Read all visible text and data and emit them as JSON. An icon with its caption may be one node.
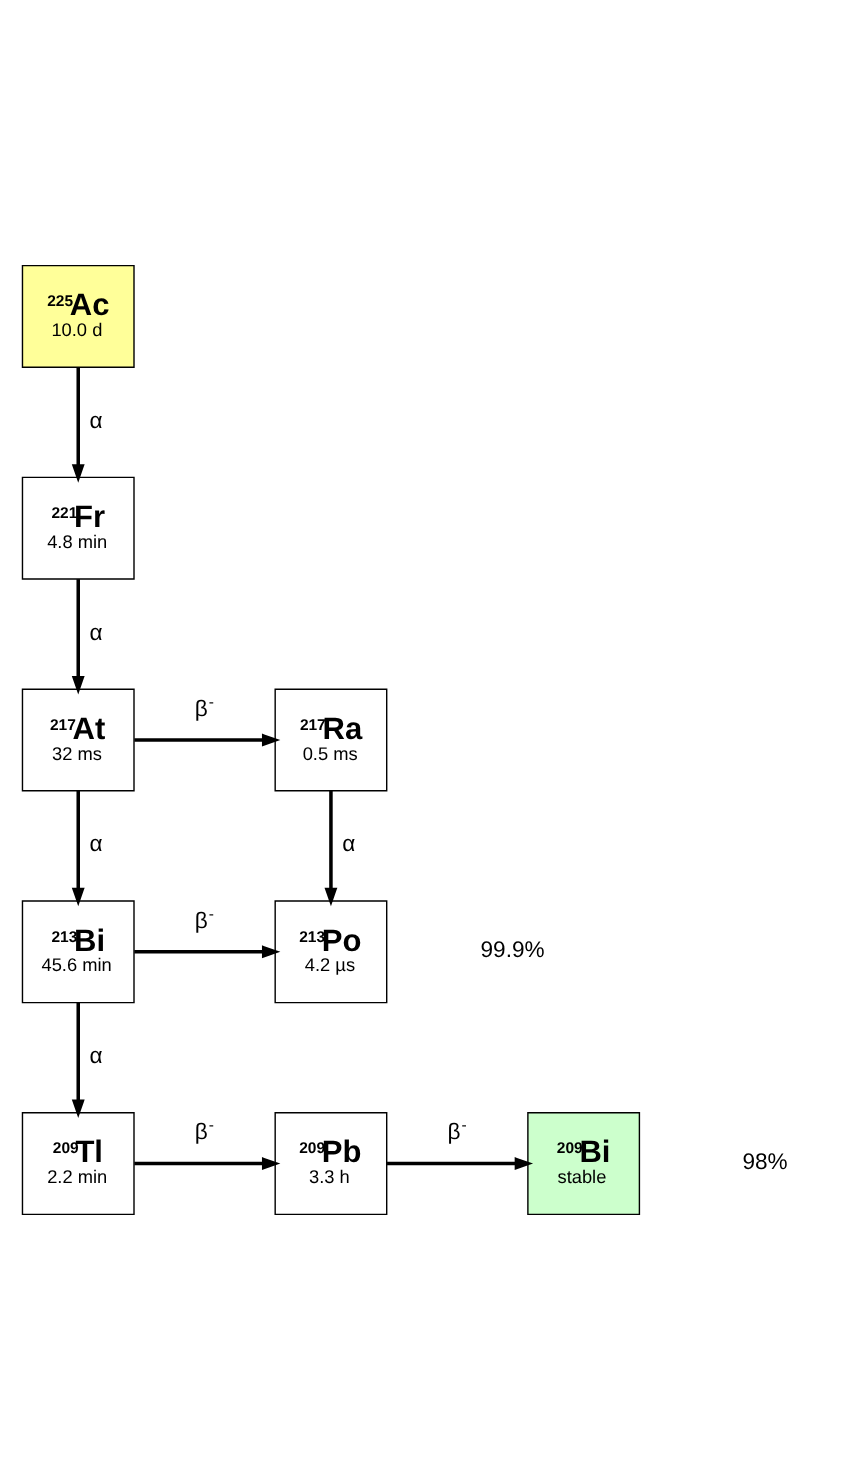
{
  "diagram": {
    "nodes": [
      {
        "text": [
          "$^{225}$Ac",
          "10.0 d"
        ]
      },
      {
        "text": [
          "$^{221}$Fr",
          "4.8 min"
        ]
      },
      {
        "text": [
          "$^{217}$At",
          "32 ms"
        ]
      },
      {
        "text": [
          "$^{217}$Ra",
          "0.5 ms"
        ]
      },
      {
        "text": [
          "$^{213}$Bi",
          "45.6 min"
        ]
      },
      {
        "text": [
          "$^{213}$Po",
          "4.2 µs"
        ]
      },
      {
        "text": [
          "$^{209}$Tl",
          "2.2 min"
        ]
      },
      {
        "text": [
          "$^{209}$Pb",
          "3.3 h"
        ]
      },
      {
        "text": [
          "$^{209}$Bi",
          "stable"
        ]
      }
    ],
    "edges": [
      {
        "from": 0,
        "to": 1,
        "arrow": "to",
        "label": "α"
      },
      {
        "from": 1,
        "to": 2,
        "arrow": "to",
        "label": "α"
      },
      {
        "from": 2,
        "to": 3,
        "arrow": "to",
        "label": "β$^{-}$"
      },
      {
        "from": 2,
        "to": 4,
        "arrow": "to",
        "label": "α"
      },
      {
        "from": 3,
        "to": 5,
        "arrow": "to",
        "label": "α"
      },
      {
        "from": 4,
        "to": 5,
        "arrow": "to",
        "label": "β$^{-}$"
      },
      {
        "from": 4,
        "to": 6,
        "arrow": "to",
        "label": "α"
      },
      {
        "from": 6,
        "to": 7,
        "arrow": "to",
        "label": "β$^{-}$"
      },
      {
        "from": 7,
        "to": 8,
        "arrow": "to",
        "label": "β$^{-}$"
      }
    ],
    "labels": [
      "99.9%",
      "98%"
    ]
  }
}
